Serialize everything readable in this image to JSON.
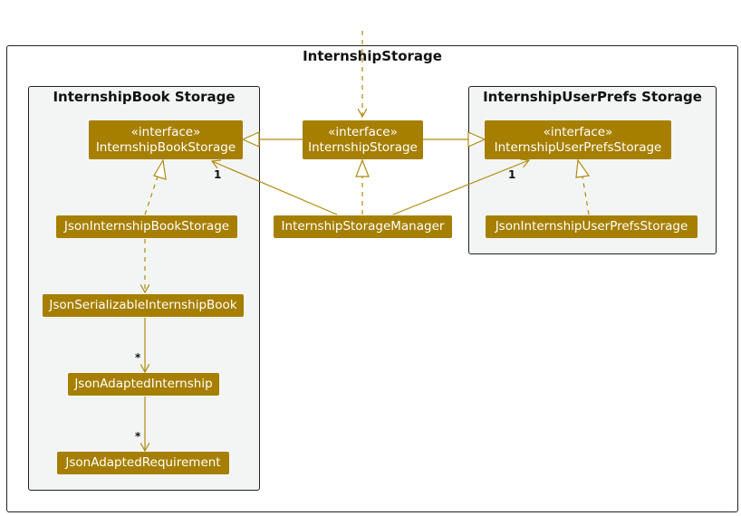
{
  "outer_package": {
    "name": "InternshipStorage"
  },
  "book_package": {
    "name": "InternshipBook Storage"
  },
  "prefs_package": {
    "name": "InternshipUserPrefs Storage"
  },
  "stereotype": "«interface»",
  "classes": {
    "internship_book_storage": "InternshipBookStorage",
    "internship_storage": "InternshipStorage",
    "internship_user_prefs_storage": "InternshipUserPrefsStorage",
    "json_internship_book_storage": "JsonInternshipBookStorage",
    "internship_storage_manager": "InternshipStorageManager",
    "json_internship_user_prefs_storage": "JsonInternshipUserPrefsStorage",
    "json_serializable_internship_book": "JsonSerializableInternshipBook",
    "json_adapted_internship": "JsonAdaptedInternship",
    "json_adapted_requirement": "JsonAdaptedRequirement"
  },
  "multiplicities": {
    "manager_to_book": "1",
    "manager_to_prefs": "1",
    "book_to_internship": "*",
    "internship_to_requirement": "*"
  },
  "colors": {
    "class_fill": "#a67f00",
    "connector": "#b08a10",
    "package_fill": "#f3f5f4"
  }
}
